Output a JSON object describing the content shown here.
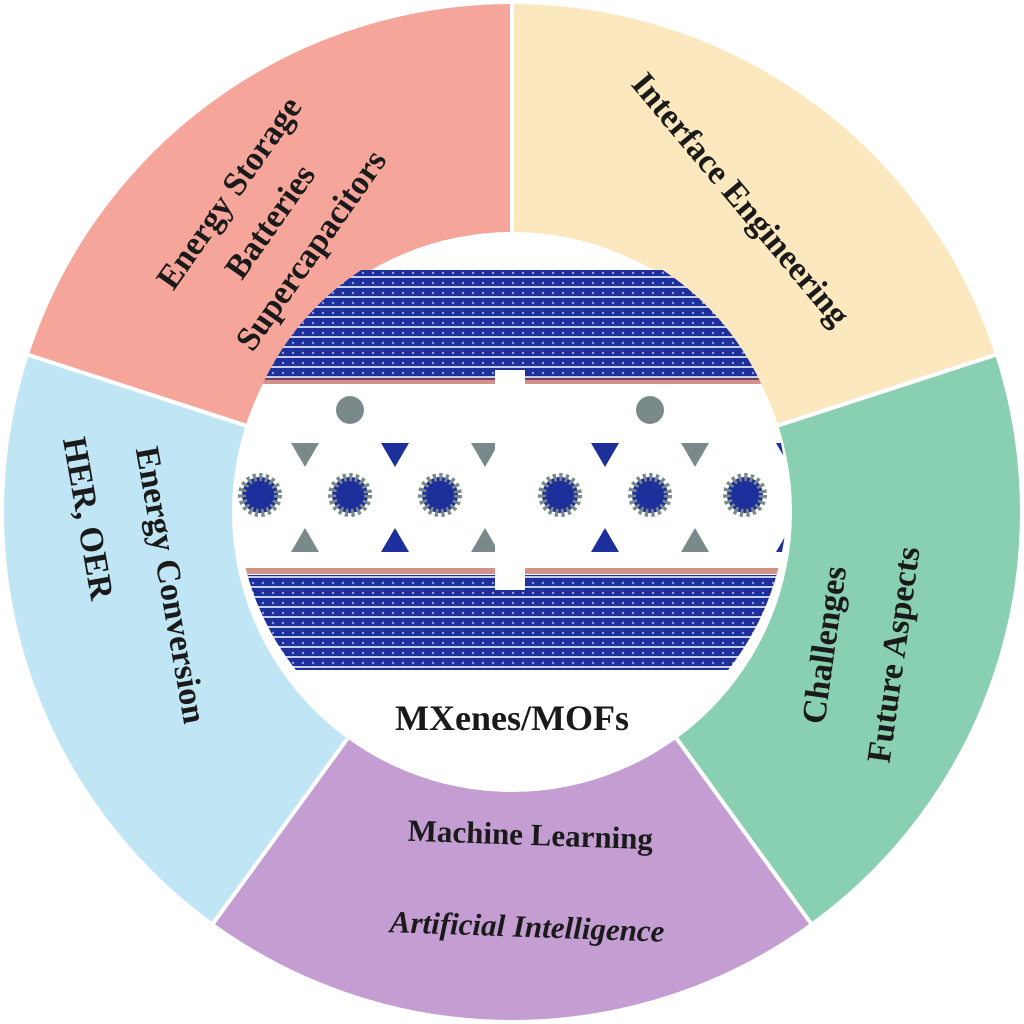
{
  "center": {
    "title": "MXenes/MOFs"
  },
  "segments": [
    {
      "id": "energy-storage",
      "lines": [
        "Energy Storage",
        "Batteries",
        "Supercapacitors"
      ],
      "color": "#fbe8bf"
    },
    {
      "id": "interface-engineering",
      "lines": [
        "Interface Engineering"
      ],
      "color": "#89d0b2"
    },
    {
      "id": "challenges",
      "lines": [
        "Challenges",
        "Future Aspects"
      ],
      "color": "#c49dd2"
    },
    {
      "id": "machine-learning",
      "lines": [
        "Machine Learning",
        "Artificial Intelligence"
      ],
      "color": "#c0e6f5"
    },
    {
      "id": "energy-conversion",
      "lines": [
        "Energy Conversion",
        "HER, OER"
      ],
      "color": "#f6a59b"
    }
  ],
  "colors": {
    "mxene_blue": "#1c2f9a",
    "mof_gray": "#7a8a8a"
  }
}
